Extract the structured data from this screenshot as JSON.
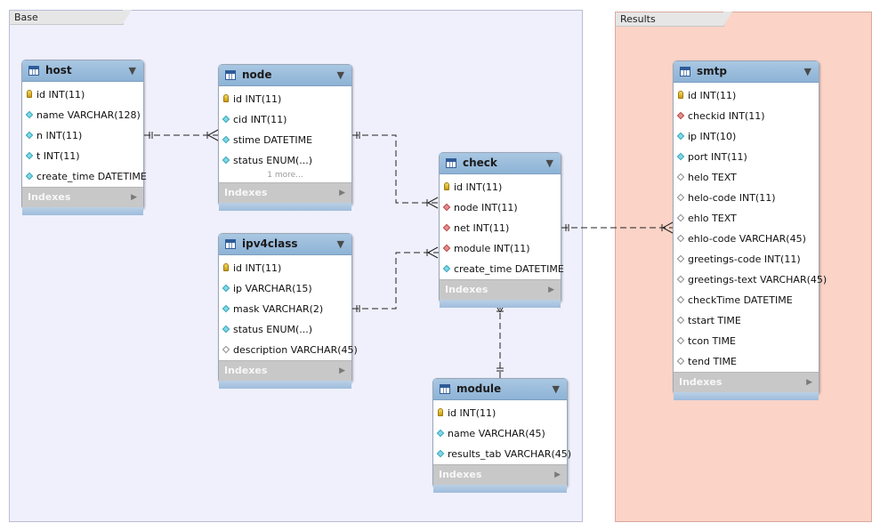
{
  "layers": [
    {
      "name": "Base"
    },
    {
      "name": "Results"
    }
  ],
  "tables": {
    "host": {
      "name": "host",
      "columns": [
        {
          "icon": "primary-key-icon",
          "text": "id INT(11)"
        },
        {
          "icon": "column-icon",
          "text": "name VARCHAR(128)"
        },
        {
          "icon": "column-icon",
          "text": "n INT(11)"
        },
        {
          "icon": "column-icon",
          "text": "t INT(11)"
        },
        {
          "icon": "column-icon",
          "text": "create_time DATETIME"
        }
      ],
      "indexes_label": "Indexes"
    },
    "node": {
      "name": "node",
      "columns": [
        {
          "icon": "primary-key-icon",
          "text": "id INT(11)"
        },
        {
          "icon": "column-icon",
          "text": "cid INT(11)"
        },
        {
          "icon": "column-icon",
          "text": "stime DATETIME"
        },
        {
          "icon": "column-icon",
          "text": "status ENUM(...)"
        }
      ],
      "more_label": "1 more...",
      "indexes_label": "Indexes"
    },
    "ipv4class": {
      "name": "ipv4class",
      "columns": [
        {
          "icon": "primary-key-icon",
          "text": "id INT(11)"
        },
        {
          "icon": "column-icon",
          "text": "ip VARCHAR(15)"
        },
        {
          "icon": "column-icon",
          "text": "mask VARCHAR(2)"
        },
        {
          "icon": "column-icon",
          "text": "status ENUM(...)"
        },
        {
          "icon": "nullable-column-icon",
          "text": "description VARCHAR(45)"
        }
      ],
      "indexes_label": "Indexes"
    },
    "check": {
      "name": "check",
      "columns": [
        {
          "icon": "primary-key-icon",
          "text": "id INT(11)"
        },
        {
          "icon": "foreign-key-icon",
          "text": "node INT(11)"
        },
        {
          "icon": "foreign-key-icon",
          "text": "net INT(11)"
        },
        {
          "icon": "foreign-key-icon",
          "text": "module INT(11)"
        },
        {
          "icon": "column-icon",
          "text": "create_time DATETIME"
        }
      ],
      "indexes_label": "Indexes"
    },
    "module": {
      "name": "module",
      "columns": [
        {
          "icon": "primary-key-icon",
          "text": "id INT(11)"
        },
        {
          "icon": "column-icon",
          "text": "name VARCHAR(45)"
        },
        {
          "icon": "column-icon",
          "text": "results_tab VARCHAR(45)"
        }
      ],
      "indexes_label": "Indexes"
    },
    "smtp": {
      "name": "smtp",
      "columns": [
        {
          "icon": "primary-key-icon",
          "text": "id INT(11)"
        },
        {
          "icon": "foreign-key-icon",
          "text": "checkid INT(11)"
        },
        {
          "icon": "column-icon",
          "text": "ip INT(10)"
        },
        {
          "icon": "column-icon",
          "text": "port INT(11)"
        },
        {
          "icon": "nullable-column-icon",
          "text": "helo TEXT"
        },
        {
          "icon": "nullable-column-icon",
          "text": "helo-code INT(11)"
        },
        {
          "icon": "nullable-column-icon",
          "text": "ehlo TEXT"
        },
        {
          "icon": "nullable-column-icon",
          "text": "ehlo-code VARCHAR(45)"
        },
        {
          "icon": "nullable-column-icon",
          "text": "greetings-code INT(11)"
        },
        {
          "icon": "nullable-column-icon",
          "text": "greetings-text VARCHAR(45)"
        },
        {
          "icon": "nullable-column-icon",
          "text": "checkTime DATETIME"
        },
        {
          "icon": "nullable-column-icon",
          "text": "tstart TIME"
        },
        {
          "icon": "nullable-column-icon",
          "text": "tcon TIME"
        },
        {
          "icon": "nullable-column-icon",
          "text": "tend TIME"
        }
      ],
      "indexes_label": "Indexes"
    }
  },
  "relationships": [
    {
      "from": "host",
      "to": "node",
      "type": "one-to-many"
    },
    {
      "from": "node",
      "to": "check",
      "type": "one-to-many"
    },
    {
      "from": "ipv4class",
      "to": "check",
      "type": "one-to-many"
    },
    {
      "from": "module",
      "to": "check",
      "type": "one-to-many"
    },
    {
      "from": "check",
      "to": "smtp",
      "type": "one-to-many"
    }
  ],
  "colors": {
    "base_layer": "#eff0fb",
    "results_layer": "#fbd3c7",
    "table_header": "#9dbddd",
    "indexes_bar": "#c8c8c8"
  }
}
